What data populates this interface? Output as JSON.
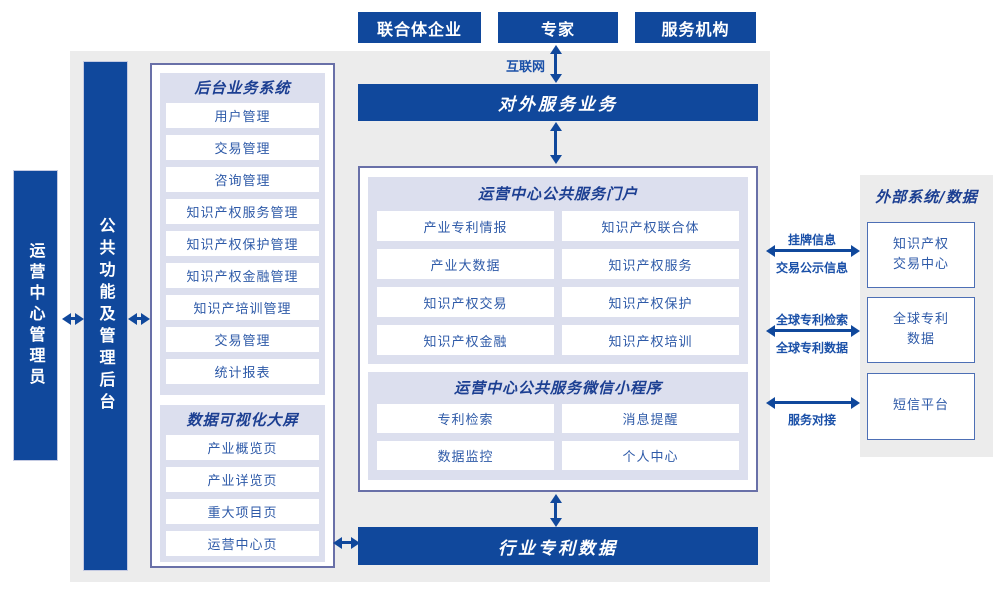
{
  "colors": {
    "primary_blue": "#10489C",
    "panel_gray": "#ECECEC",
    "lavender": "#DCDFEE",
    "container_border": "#6970A8",
    "item_text_blue": "#2E5AA8",
    "label_blue": "#1A50A8"
  },
  "top_actors": {
    "items": [
      "联合体企业",
      "专家",
      "服务机构"
    ]
  },
  "internet_label": "互联网",
  "bars": {
    "external_service": "对外服务业务",
    "industry_patent_data": "行业专利数据"
  },
  "side_bars": {
    "admin": "运营中心管理员",
    "public_backend": "公共功能及管理后台"
  },
  "backend_system": {
    "title": "后台业务系统",
    "items": [
      "用户管理",
      "交易管理",
      "咨询管理",
      "知识产权服务管理",
      "知识产权保护管理",
      "知识产权金融管理",
      "知识产培训管理",
      "交易管理",
      "统计报表"
    ]
  },
  "data_screen": {
    "title": "数据可视化大屏",
    "items": [
      "产业概览页",
      "产业详览页",
      "重大项目页",
      "运营中心页"
    ]
  },
  "portal": {
    "title": "运营中心公共服务门户",
    "items": [
      "产业专利情报",
      "知识产权联合体",
      "产业大数据",
      "知识产权服务",
      "知识产权交易",
      "知识产权保护",
      "知识产权金融",
      "知识产权培训"
    ]
  },
  "mini_program": {
    "title": "运营中心公共服务微信小程序",
    "items": [
      "专利检索",
      "消息提醒",
      "数据监控",
      "个人中心"
    ]
  },
  "external_systems": {
    "title": "外部系统/数据",
    "items": [
      "知识产权\n交易中心",
      "全球专利\n数据",
      "短信平台"
    ]
  },
  "link_labels": {
    "listing_info": "挂牌信息",
    "trade_publicity": "交易公示信息",
    "global_patent_search": "全球专利检索",
    "global_patent_data": "全球专利数据",
    "service_connect": "服务对接"
  }
}
